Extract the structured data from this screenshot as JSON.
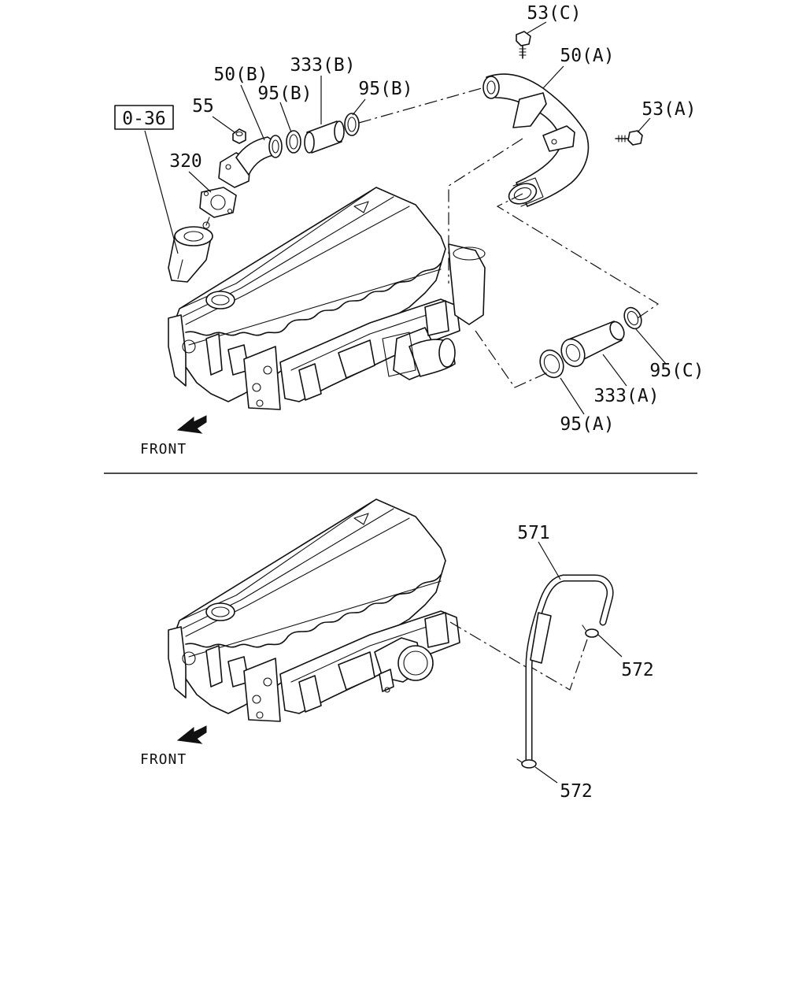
{
  "labels": {
    "p53c": "53(C)",
    "p50a": "50(A)",
    "p53a": "53(A)",
    "p333b": "333(B)",
    "p50b": "50(B)",
    "p95b_left": "95(B)",
    "p95b_right": "95(B)",
    "p55": "55",
    "ref": "0-36",
    "p320": "320",
    "p95c": "95(C)",
    "p333a": "333(A)",
    "p95a": "95(A)",
    "p571": "571",
    "p572_upper": "572",
    "p572_lower": "572"
  },
  "front_top": "FRONT",
  "front_bottom": "FRONT"
}
